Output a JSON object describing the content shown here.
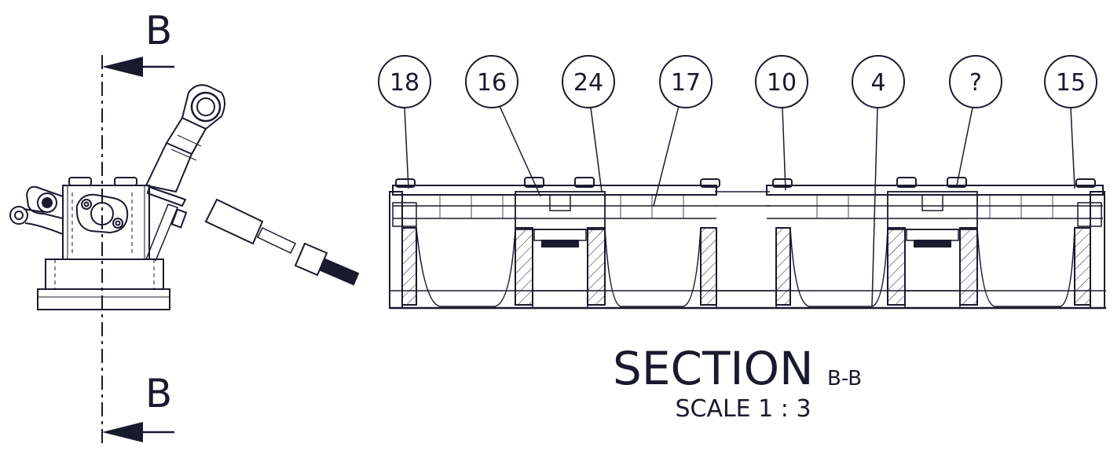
{
  "view": {
    "section_letter_top": "B",
    "section_letter_bottom": "B"
  },
  "section": {
    "title": "SECTION",
    "suffix": "B-B",
    "scale": "SCALE 1 : 3"
  },
  "balloons": [
    "18",
    "16",
    "24",
    "17",
    "10",
    "4",
    "?",
    "15"
  ],
  "colors": {
    "ink": "#1a1a2e",
    "background": "#ffffff"
  }
}
